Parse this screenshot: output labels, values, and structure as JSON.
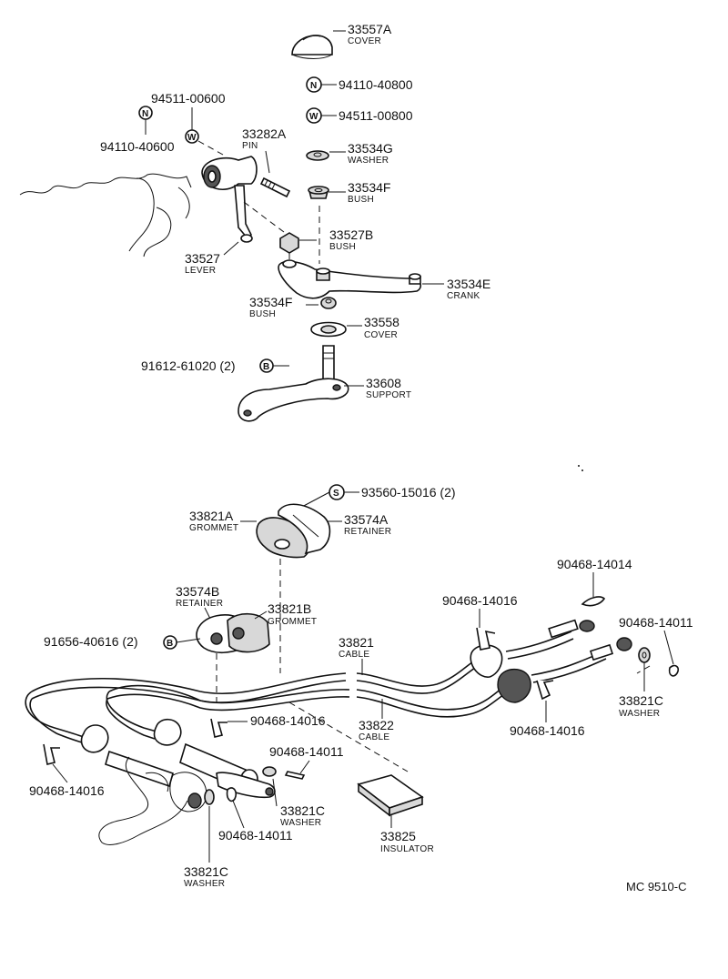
{
  "labels": {
    "p33557A": {
      "num": "33557A",
      "name": "COVER"
    },
    "p94110_40800": {
      "badge": "N",
      "num": "94110-40800"
    },
    "p94511_00800": {
      "badge": "W",
      "num": "94511-00800"
    },
    "p94511_00600": {
      "num": "94511-00600"
    },
    "p94110_40600": {
      "num": "94110-40600"
    },
    "b94110_40600": "N",
    "b94511_00600": "W",
    "p33282A": {
      "num": "33282A",
      "name": "PIN"
    },
    "p33534G": {
      "num": "33534G",
      "name": "WASHER"
    },
    "p33534F_top": {
      "num": "33534F",
      "name": "BUSH"
    },
    "p33527B": {
      "num": "33527B",
      "name": "BUSH"
    },
    "p33527": {
      "num": "33527",
      "name": "LEVER"
    },
    "p33534E": {
      "num": "33534E",
      "name": "CRANK"
    },
    "p33534F_low": {
      "num": "33534F",
      "name": "BUSH"
    },
    "p33558": {
      "num": "33558",
      "name": "COVER"
    },
    "p91612": {
      "num": "91612-61020 (2)",
      "badge": "B"
    },
    "p33608": {
      "num": "33608",
      "name": "SUPPORT"
    },
    "p93560": {
      "badge": "S",
      "num": "93560-15016 (2)"
    },
    "p33821A": {
      "num": "33821A",
      "name": "GROMMET"
    },
    "p33574A": {
      "num": "33574A",
      "name": "RETAINER"
    },
    "p33574B": {
      "num": "33574B",
      "name": "RETAINER"
    },
    "p33821B": {
      "num": "33821B",
      "name": "GROMMET"
    },
    "p91656": {
      "num": "91656-40616 (2)",
      "badge": "B"
    },
    "p90468_14014": {
      "num": "90468-14014"
    },
    "p90468_14016_tr": {
      "num": "90468-14016"
    },
    "p90468_14011_tr": {
      "num": "90468-14011"
    },
    "p33821": {
      "num": "33821",
      "name": "CABLE"
    },
    "p33822": {
      "num": "33822",
      "name": "CABLE"
    },
    "p33821C_r": {
      "num": "33821C",
      "name": "WASHER"
    },
    "p90468_14016_br": {
      "num": "90468-14016"
    },
    "p90468_14016_mid": {
      "num": "90468-14016"
    },
    "p90468_14016_left": {
      "num": "90468-14016"
    },
    "p90468_14011_mid": {
      "num": "90468-14011"
    },
    "p33821C_mid": {
      "num": "33821C",
      "name": "WASHER"
    },
    "p90468_14011_low": {
      "num": "90468-14011"
    },
    "p33825": {
      "num": "33825",
      "name": "INSULATOR"
    },
    "p33821C_low": {
      "num": "33821C",
      "name": "WASHER"
    }
  },
  "diagram_code": "MC  9510-C"
}
